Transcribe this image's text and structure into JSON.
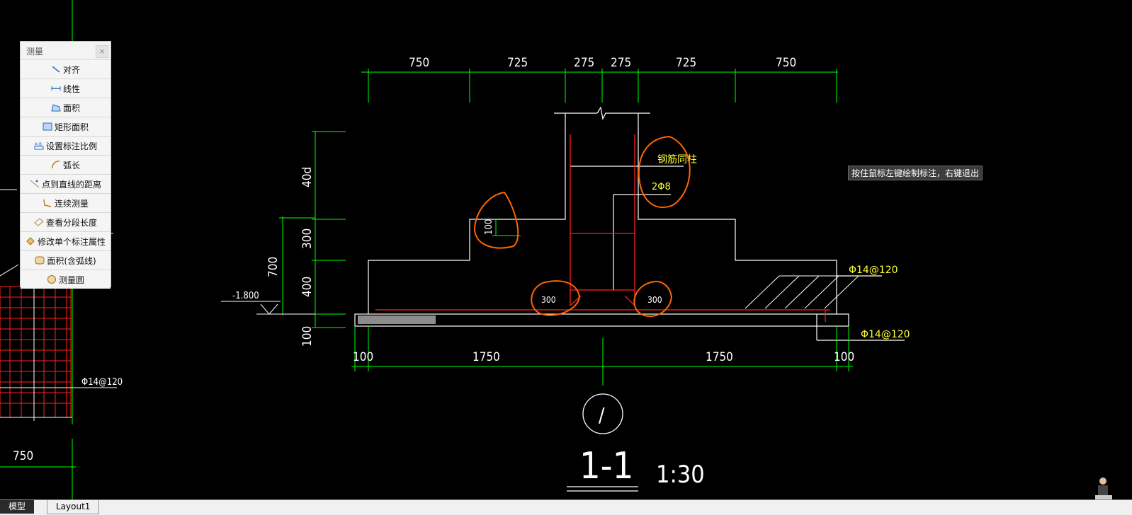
{
  "measure_panel": {
    "title": "测量",
    "close": "×",
    "items": [
      {
        "label": "对齐",
        "icon": "align-measure-icon"
      },
      {
        "label": "线性",
        "icon": "linear-measure-icon"
      },
      {
        "label": "面积",
        "icon": "area-measure-icon"
      },
      {
        "label": "矩形面积",
        "icon": "rect-area-icon"
      },
      {
        "label": "设置标注比例",
        "icon": "scale-setting-icon"
      },
      {
        "label": "弧长",
        "icon": "arc-length-icon"
      },
      {
        "label": "点到直线的距离",
        "icon": "point-line-distance-icon"
      },
      {
        "label": "连续测量",
        "icon": "continuous-measure-icon"
      },
      {
        "label": "查看分段长度",
        "icon": "segment-length-icon"
      },
      {
        "label": "修改单个标注属性",
        "icon": "edit-dimension-icon"
      },
      {
        "label": "面积(含弧线)",
        "icon": "arc-area-icon"
      },
      {
        "label": "测量圆",
        "icon": "circle-measure-icon"
      }
    ]
  },
  "tooltip": "按住鼠标左键绘制标注，右键退出",
  "drawing": {
    "top_dims": [
      "750",
      "725",
      "275",
      "275",
      "725",
      "750"
    ],
    "bottom_dims": [
      "100",
      "1750",
      "1750",
      "100"
    ],
    "left_dims": [
      "40d",
      "300",
      "400",
      "700",
      "100"
    ],
    "level": "-1.800",
    "labels": {
      "column_label": "钢筋同柱",
      "stirrup_label": "2Φ8",
      "rebar_right": "Φ14@120",
      "rebar_bottom": "Φ14@120",
      "rebar_left": "Φ14@120",
      "mark_100": "100",
      "mark_300_left": "300",
      "mark_300_right": "300",
      "left_dim_750": "750",
      "section_title": "1-1",
      "section_scale": "1:30",
      "section_num": "/"
    }
  },
  "tabs": {
    "model": "模型",
    "layout": "Layout1"
  },
  "colors": {
    "accent_green": "#00ff00",
    "rebar_red": "#ff2020",
    "annotation_orange": "#ff6600",
    "label_yellow": "#ffff33"
  }
}
